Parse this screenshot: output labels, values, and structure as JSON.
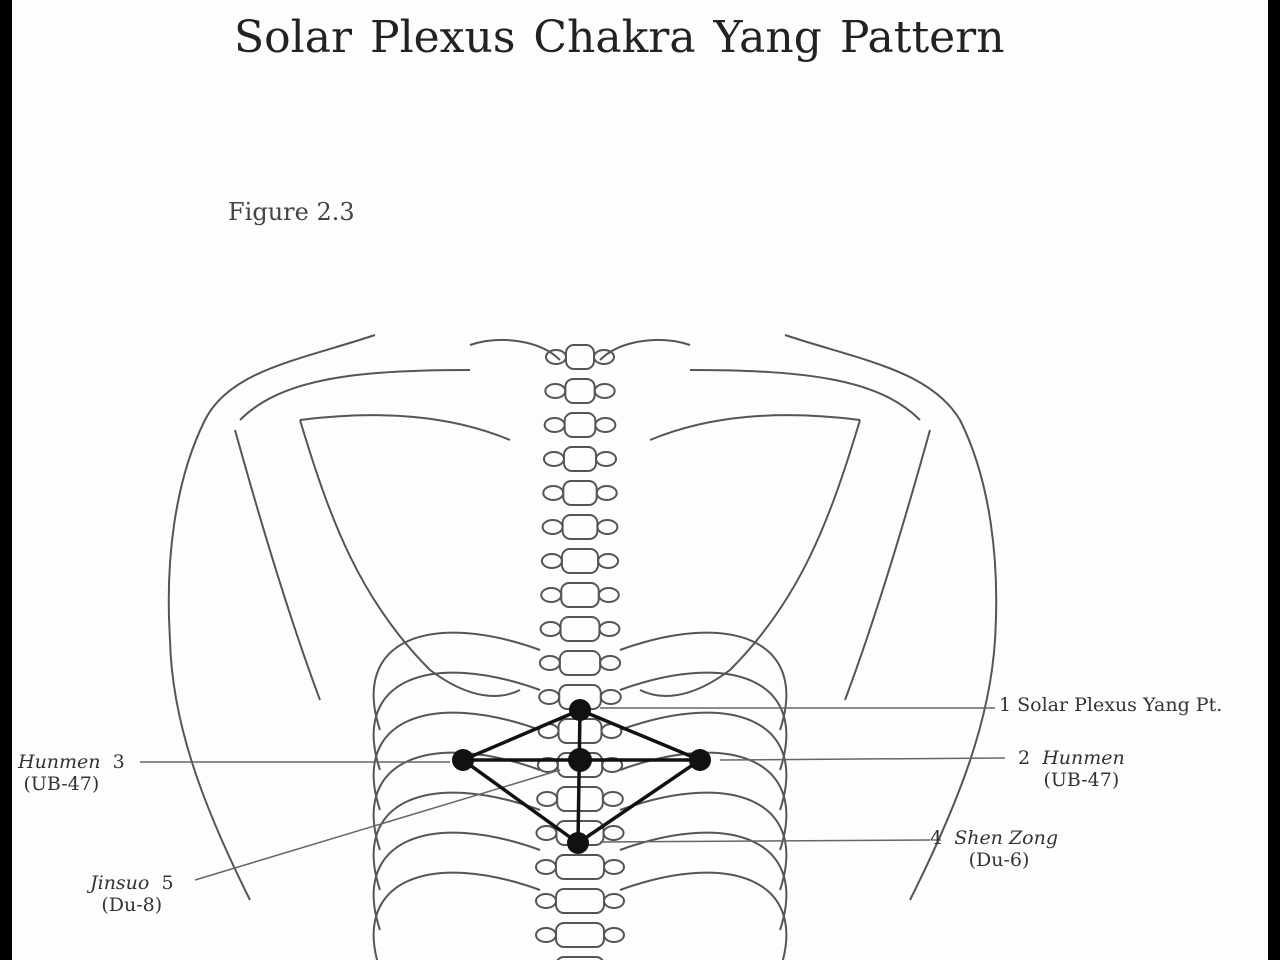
{
  "title": "Solar Plexus Chakra  Yang Pattern",
  "figure": "Figure 2.3",
  "points": [
    {
      "num": "1",
      "name": "Solar Plexus Yang Pt.",
      "code": ""
    },
    {
      "num": "2",
      "name": "Hunmen",
      "code": "(UB-47)"
    },
    {
      "num": "3",
      "name": "Hunmen",
      "code": "(UB-47)"
    },
    {
      "num": "4",
      "name": "Shen Zong",
      "code": "(Du-6)"
    },
    {
      "num": "5",
      "name": "Jinsuo",
      "code": "(Du-8)"
    }
  ]
}
